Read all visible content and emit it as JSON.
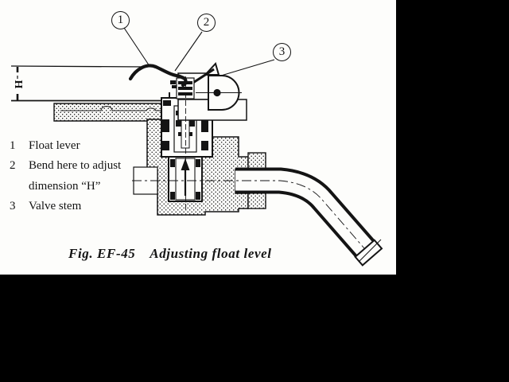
{
  "figure": {
    "callouts": [
      {
        "num": "1"
      },
      {
        "num": "2"
      },
      {
        "num": "3"
      }
    ],
    "dimension_label": "H",
    "legend_items": [
      {
        "num": "1",
        "lines": [
          "Float lever"
        ]
      },
      {
        "num": "2",
        "lines": [
          "Bend here to adjust",
          "dimension “H”"
        ]
      },
      {
        "num": "3",
        "lines": [
          "Valve stem"
        ]
      }
    ],
    "caption": {
      "label": "Fig. EF-45",
      "title": "Adjusting float level"
    },
    "colors": {
      "ink": "#141414",
      "paper": "#fdfdfb",
      "matte": "#000000"
    }
  }
}
